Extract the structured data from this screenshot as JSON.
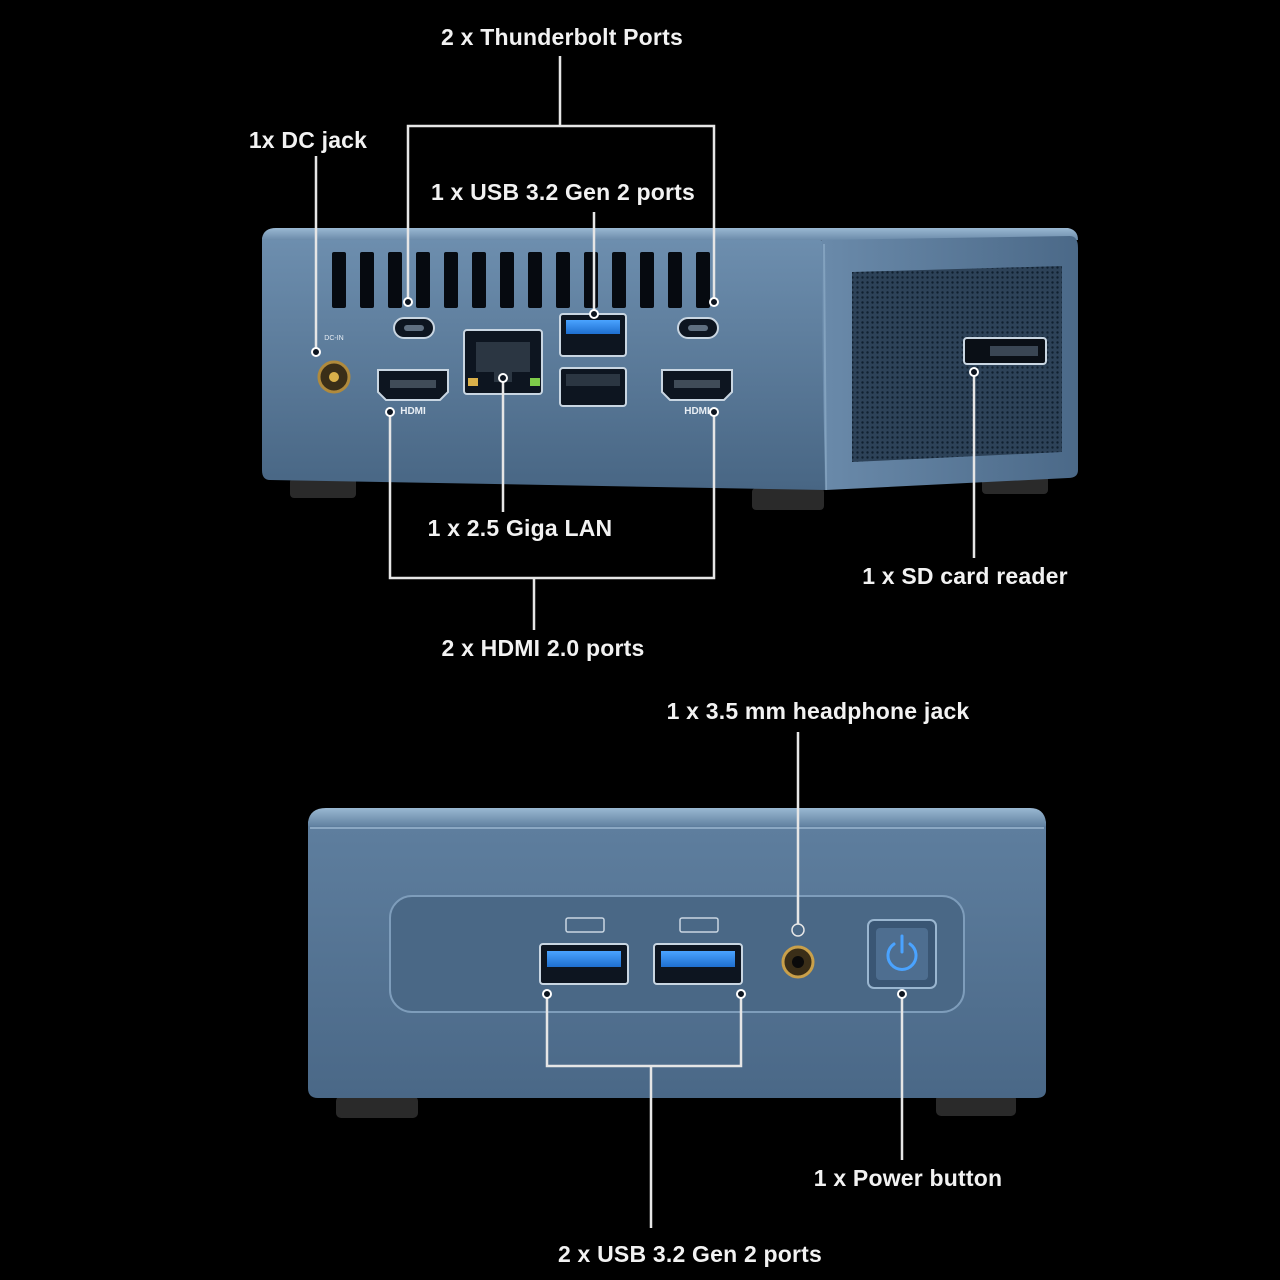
{
  "colors": {
    "background": "#000000",
    "chassis": "#5a7a9c",
    "chassis_dark": "#3e5a78",
    "chassis_light": "#8fb0cc",
    "leader_lines": "#e6e6e6",
    "label_text": "#f2f2f2"
  },
  "back_panel": {
    "labels": {
      "thunderbolt": "2 x Thunderbolt Ports",
      "dc_jack": "1x DC jack",
      "usb_rear": "1 x USB 3.2 Gen 2 ports",
      "lan": "1 x 2.5 Giga LAN",
      "sd_reader": "1 x SD card reader",
      "hdmi": "2 x HDMI 2.0 ports"
    },
    "port_marks": {
      "hdmi": "HDMI",
      "dc_in": "DC-IN"
    }
  },
  "front_panel": {
    "labels": {
      "headphone": "1 x 3.5 mm headphone jack",
      "power": "1 x Power button",
      "usb_front": "2 x USB 3.2 Gen 2 ports"
    }
  },
  "icons": [
    "thunderbolt-port-icon",
    "usb-a-port-icon",
    "ethernet-port-icon",
    "hdmi-port-icon",
    "dc-jack-icon",
    "sd-card-slot-icon",
    "headphone-jack-icon",
    "power-icon"
  ]
}
